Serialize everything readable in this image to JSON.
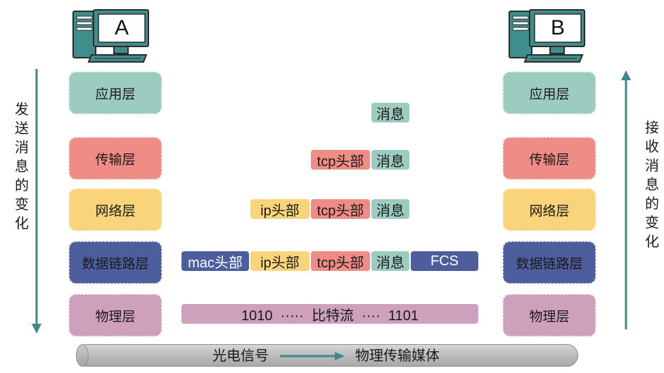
{
  "colors": {
    "teal": "#9cccc0",
    "salmon": "#ef8c85",
    "yellow": "#fad47a",
    "navy": "#4e5e9c",
    "mauve": "#cfa0bc",
    "arrow": "#3a8a88",
    "monitor": "#3f8e8c"
  },
  "host_a": {
    "label": "A"
  },
  "host_b": {
    "label": "B"
  },
  "left_caption": "发送消息的变化",
  "right_caption": "接收消息的变化",
  "layers": [
    {
      "label": "应用层",
      "color": "#9cccc0"
    },
    {
      "label": "传输层",
      "color": "#ef8c85"
    },
    {
      "label": "网络层",
      "color": "#fad47a"
    },
    {
      "label": "数据链路层",
      "color": "#4e5e9c"
    },
    {
      "label": "物理层",
      "color": "#cfa0bc"
    }
  ],
  "packets": {
    "app": {
      "message": "消息"
    },
    "transport": {
      "tcp_header": "tcp头部",
      "message": "消息"
    },
    "network": {
      "ip_header": "ip头部",
      "tcp_header": "tcp头部",
      "message": "消息"
    },
    "link": {
      "mac_header": "mac头部",
      "ip_header": "ip头部",
      "tcp_header": "tcp头部",
      "message": "消息",
      "fcs": "FCS"
    },
    "physical": {
      "bits": "1010  ·····  比特流  ····  1101"
    }
  },
  "medium": {
    "left_label": "光电信号",
    "right_label": "物理传输媒体"
  }
}
